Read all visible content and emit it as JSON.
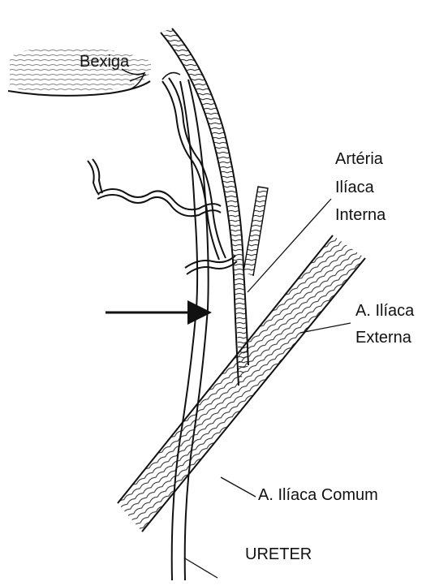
{
  "labels": {
    "bladder": "Bexiga",
    "internal_iliac": [
      "Artéria",
      "Ilíaca",
      "Interna"
    ],
    "external_iliac": [
      "A. Ilíaca",
      "Externa"
    ],
    "common_iliac": "A. Ilíaca Comum",
    "ureter": "URETER"
  },
  "colors": {
    "ink": "#111111",
    "paper": "#ffffff"
  }
}
